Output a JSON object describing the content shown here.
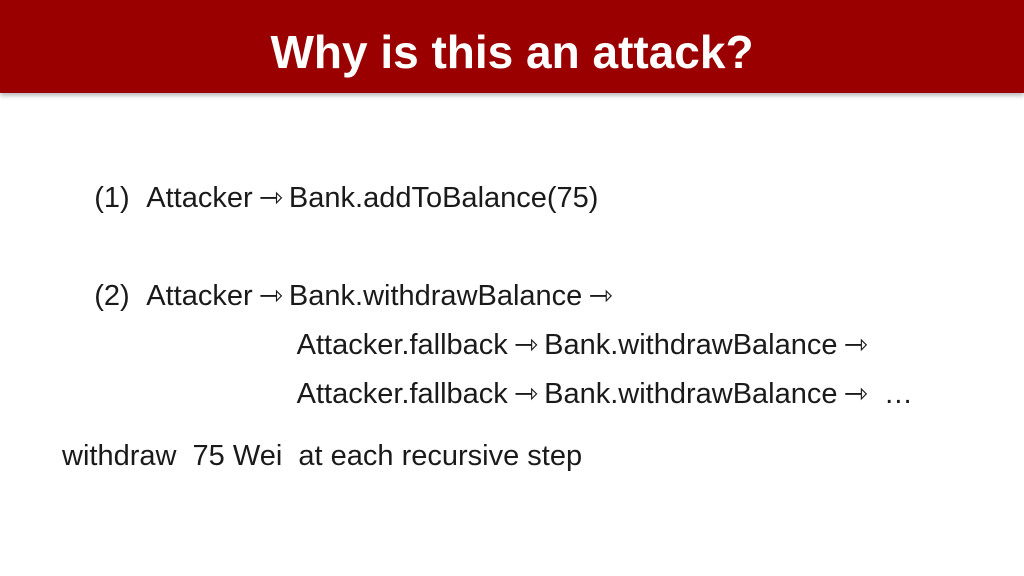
{
  "slide": {
    "title": "Why is this an attack?",
    "step1": {
      "number": "(1)",
      "actor": "Attacker",
      "arrow": "⇾",
      "call": "Bank.addToBalance(75)"
    },
    "step2": {
      "number": "(2)",
      "actor": "Attacker",
      "arrow": "⇾",
      "call1": "Bank.withdrawBalance",
      "line2_fallback": "Attacker.fallback",
      "line2_call": "Bank.withdrawBalance",
      "line3_fallback": "Attacker.fallback",
      "line3_call": "Bank.withdrawBalance",
      "ellipsis": "…"
    },
    "summary": "withdraw  75 Wei  at each recursive step"
  },
  "colors": {
    "title_bar": "#9b0000",
    "title_text": "#ffffff",
    "body_text": "#1a1a1a"
  }
}
